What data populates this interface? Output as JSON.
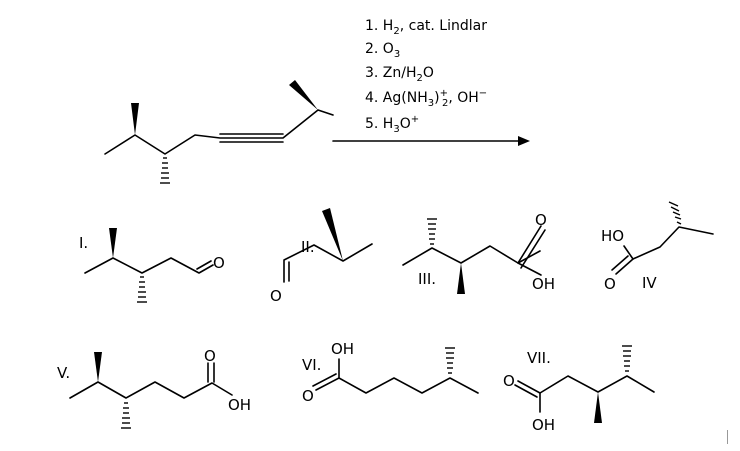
{
  "reagents": {
    "step1_prefix": "1. H",
    "step1_sub": "2",
    "step1_suffix": ", cat. Lindlar",
    "step2_prefix": "2. O",
    "step2_sub": "3",
    "step3_prefix": "3. Zn/H",
    "step3_sub": "2",
    "step3_suffix": "O",
    "step4_prefix": "4. Ag(NH",
    "step4_sub1": "3",
    "step4_mid": ")",
    "step4_sup": "+",
    "step4_sub2": "2",
    "step4_suffix": ", OH",
    "step4_sup2": "−",
    "step5_prefix": "5. H",
    "step5_sub": "3",
    "step5_mid": "O",
    "step5_sup": "+"
  },
  "choices": {
    "I": "I.",
    "II": "II.",
    "III": "III.",
    "IV": "IV",
    "V": "V.",
    "VI": "VI.",
    "VII": "VII."
  },
  "atoms": {
    "oxygen": "O",
    "hydroxyl": "OH",
    "hydroxyl_alt": "HO"
  }
}
